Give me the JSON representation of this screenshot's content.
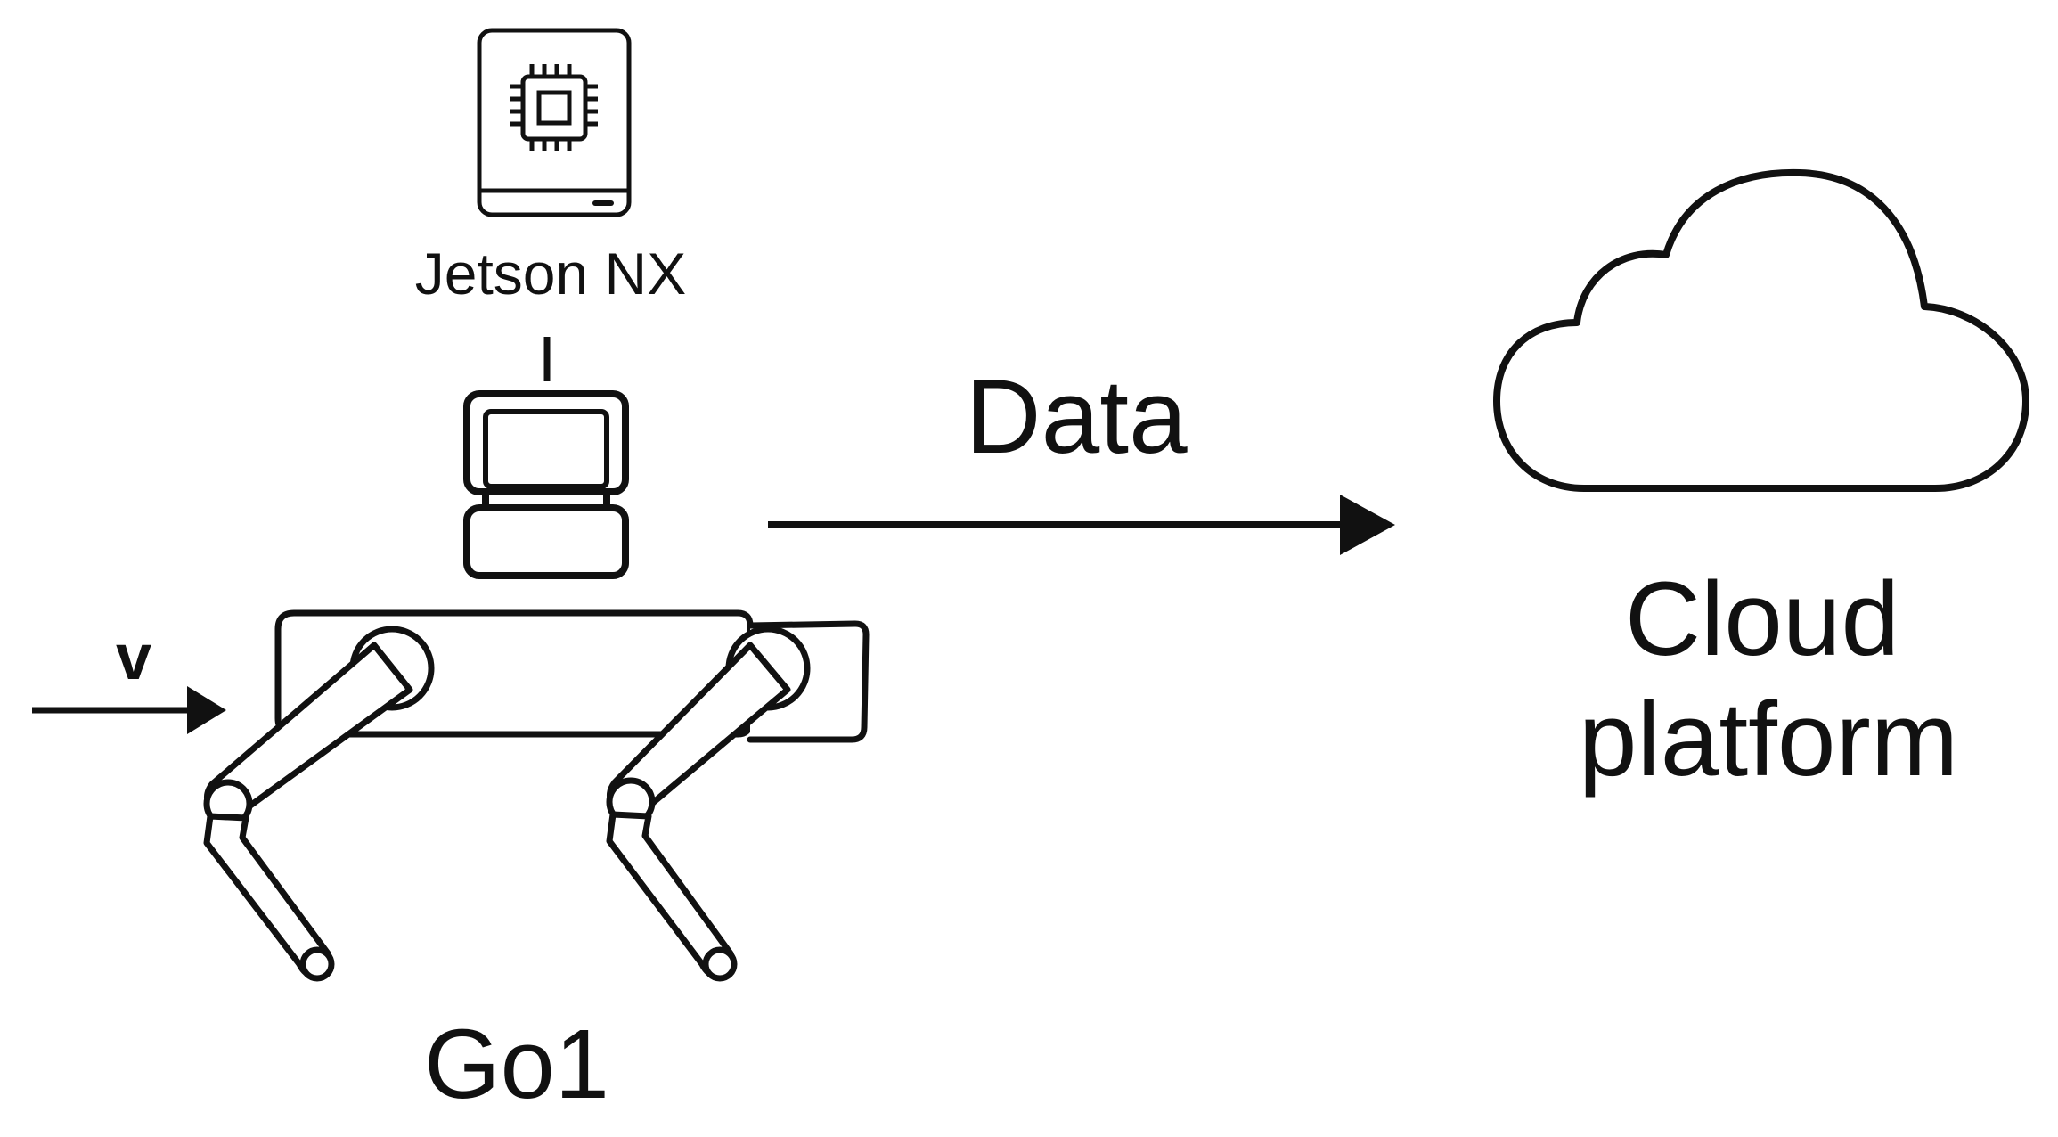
{
  "labels": {
    "jetson": "Jetson NX",
    "data": "Data",
    "cloud_line1": "Cloud",
    "cloud_line2": "platform",
    "robot": "Go1",
    "velocity": "v"
  },
  "colors": {
    "stroke": "#111111",
    "background": "#ffffff"
  },
  "icons": [
    "chip-device-icon",
    "camera-sensor-icon",
    "quadruped-robot-icon",
    "cloud-icon",
    "arrow-right-icon"
  ]
}
